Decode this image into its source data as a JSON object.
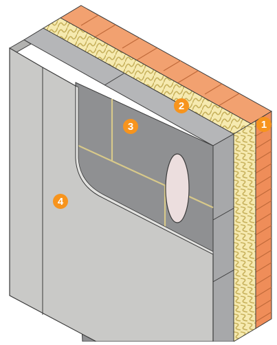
{
  "colors": {
    "brick": "#f2a170",
    "brick_side": "#ef8d59",
    "mortar": "#c06a3a",
    "insulation": "#f6eab0",
    "insulation_stripe": "#c7b15c",
    "block_top": "#b5b6b8",
    "block_front": "#8f9092",
    "block_side": "#a7a8aa",
    "board": "#c9c9c7",
    "board_side": "#b2b2b0",
    "outline": "#3a3a3a",
    "marker": "#f7941d",
    "pink": "#ecdede"
  },
  "markers": [
    {
      "label": "1"
    },
    {
      "label": "2"
    },
    {
      "label": "3"
    },
    {
      "label": "4"
    }
  ]
}
